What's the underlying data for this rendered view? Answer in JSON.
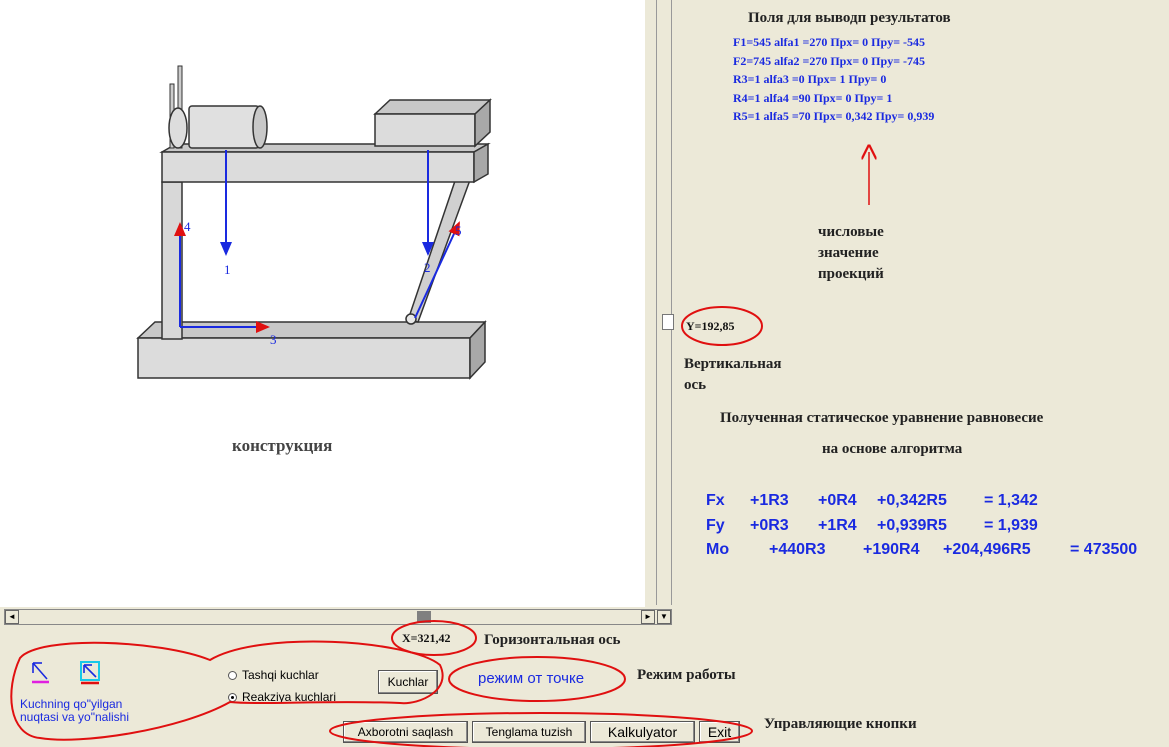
{
  "diagram": {
    "caption": "конструкция",
    "force_labels": [
      "1",
      "2",
      "3",
      "4",
      "5"
    ]
  },
  "results": {
    "title": "Поля для выводп результатов",
    "rows": [
      "F1=545  alfa1 =270   Пpx= 0   Пpy= -545",
      "F2=745  alfa2 =270   Пpx= 0   Пpy= -745",
      "R3=1  alfa3 =0   Пpx= 1   Пpy= 0",
      "R4=1  alfa4 =90   Пpx= 0   Пpy= 1",
      "R5=1  alfa5 =70   Пpx= 0,342   Пpy= 0,939"
    ],
    "projection_note": [
      "числовые",
      "значение",
      "проекций"
    ]
  },
  "axes": {
    "y_readout": "Y=192,85",
    "vertical_label": [
      "Вертикальная",
      "ось"
    ],
    "x_readout": "X=321,42",
    "horizontal_label": "Горизонтальная ось"
  },
  "equations": {
    "title_line1": "Полученная статическое уравнение равновесие",
    "title_line2": "на основе алгоритма",
    "fx": {
      "name": "Fx",
      "t1": "+1R3",
      "t2": "+0R4",
      "t3": "+0,342R5",
      "result": "= 1,342"
    },
    "fy": {
      "name": "Fy",
      "t1": "+0R3",
      "t2": "+1R4",
      "t3": "+0,939R5",
      "result": "= 1,939"
    },
    "mo": {
      "name": "Mo",
      "t1": "+440R3",
      "t2": "+190R4",
      "t3": "+204,496R5",
      "result": "= 473500"
    }
  },
  "controls": {
    "radio_external": "Tashqi kuchlar",
    "radio_reaction": "Reakziya kuchlari",
    "radio_selected": "Reakziya kuchlari",
    "forces_button": "Kuchlar",
    "mode_value": "режим от точке",
    "mode_label": "Режим работы",
    "save_button": "Axborotni saqlash",
    "equation_button": "Tenglama tuzish",
    "calculator_button": "Kalkulyator",
    "exit_button": "Exit",
    "control_label": "Управляющие кнопки",
    "tool_caption_line1": "Kuchning qo\"yilgan",
    "tool_caption_line2": "nuqtasi va yo\"nalishi"
  },
  "colors": {
    "accent": "#1a2ae0",
    "highlight": "#e01010",
    "window": "#ece9d8"
  }
}
